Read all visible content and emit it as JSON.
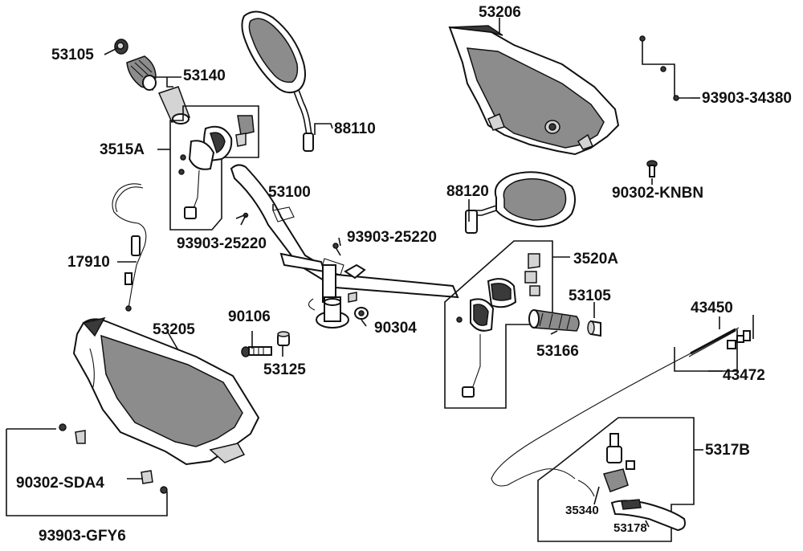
{
  "labels": {
    "p53105_top": "53105",
    "p53140": "53140",
    "p88110": "88110",
    "p53206": "53206",
    "p93903_34380": "93903-34380",
    "p3515A": "3515A",
    "p53100": "53100",
    "p93903_25220_left": "93903-25220",
    "p93903_25220_mid": "93903-25220",
    "p88120": "88120",
    "p90302_KNBN": "90302-KNBN",
    "p3520A": "3520A",
    "p17910": "17910",
    "p53105_right": "53105",
    "p90106": "90106",
    "p90304": "90304",
    "p53166": "53166",
    "p53205": "53205",
    "p53125": "53125",
    "p43450": "43450",
    "p43472": "43472",
    "p5317B": "5317B",
    "p90302_SDA4": "90302-SDA4",
    "p35340": "35340",
    "p53178": "53178",
    "p93903_GFY6": "93903-GFY6"
  }
}
